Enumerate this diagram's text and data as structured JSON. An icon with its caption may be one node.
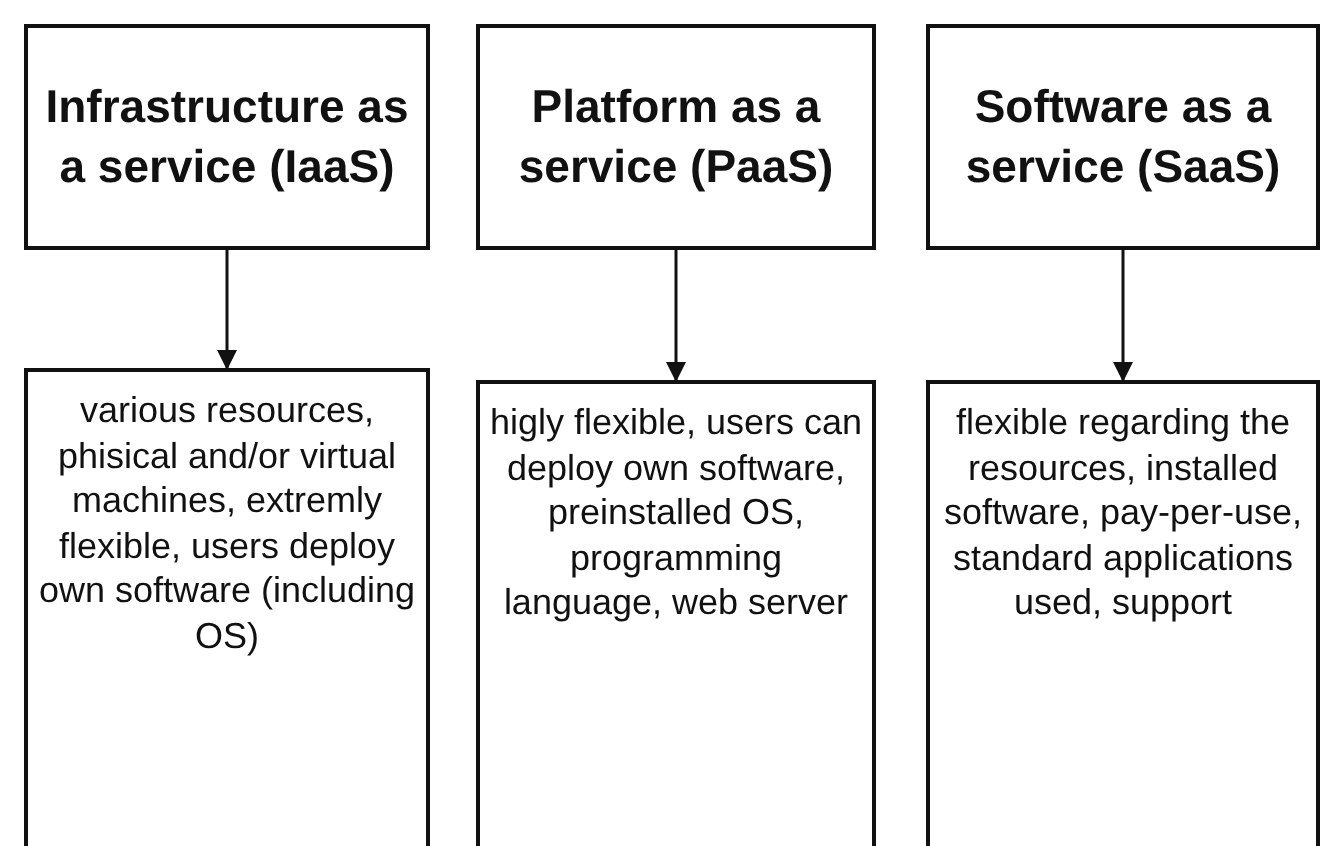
{
  "diagram": {
    "nodes": [
      {
        "text": [
          "Infrastructure as a service (IaaS)"
        ]
      },
      {
        "text": [
          "Platform as a service (PaaS)"
        ]
      },
      {
        "text": [
          "Software as a service (SaaS)"
        ]
      },
      {
        "text": [
          "various resources, phisical and/or virtual machines, extremly flexible, users deploy own software (including OS)"
        ]
      },
      {
        "text": [
          "higly flexible, users can deploy own software, preinstalled OS, programming language, web server"
        ]
      },
      {
        "text": [
          "flexible regarding the resources, installed software, pay-per-use, standard applications used, support"
        ]
      }
    ],
    "edges": [
      {
        "from": 0,
        "to": 3,
        "arrow": "to"
      },
      {
        "from": 1,
        "to": 4,
        "arrow": "to"
      },
      {
        "from": 2,
        "to": 5,
        "arrow": "to"
      }
    ]
  }
}
